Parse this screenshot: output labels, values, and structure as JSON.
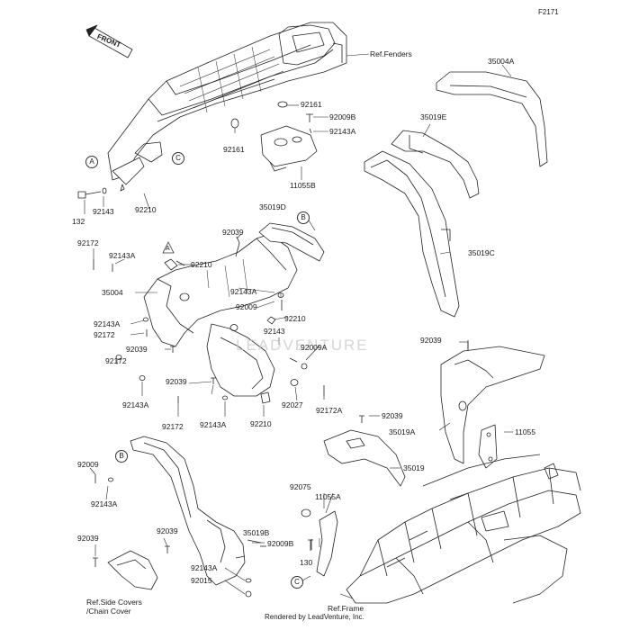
{
  "figure_id": "F2171",
  "front_label": "FRONT",
  "watermark": "LEADVENTURE",
  "credit": "Rendered by LeadVenture, Inc.",
  "references": {
    "fenders": "Ref.Fenders",
    "side_covers": "Ref.Side Covers\n/Chain Cover",
    "frame": "Ref.Frame"
  },
  "callouts": {
    "a": "A",
    "b": "B",
    "c": "C"
  },
  "parts": [
    "35004A",
    "35019E",
    "35019C",
    "92161",
    "92009B",
    "92143A",
    "11055B",
    "92161",
    "92143",
    "92210",
    "132",
    "35019D",
    "92039",
    "92172",
    "92143A",
    "92210",
    "35004",
    "92143A",
    "92009",
    "92143A",
    "92172",
    "92210",
    "92039",
    "92143",
    "92009A",
    "92172",
    "92039",
    "92143A",
    "92027",
    "92172A",
    "92172",
    "92143A",
    "92210",
    "92039",
    "35019A",
    "11055",
    "35019",
    "92009",
    "92143A",
    "92075",
    "11055A",
    "92039",
    "92039",
    "35019B",
    "92009B",
    "130",
    "92143A",
    "92015"
  ]
}
